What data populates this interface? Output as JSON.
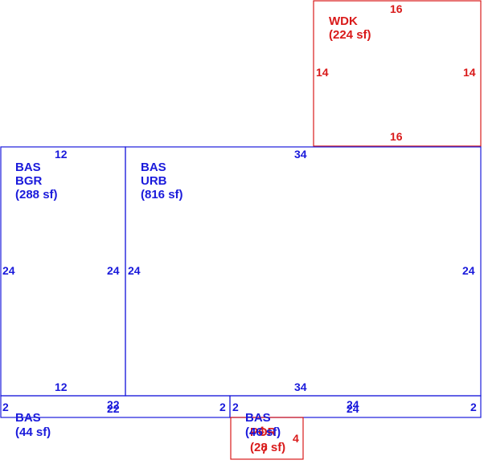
{
  "colors": {
    "basement_blue": "#1a1adb",
    "deck_red": "#d91a1a",
    "background": "#ffffff"
  },
  "areas": {
    "wdk": {
      "line1": "WDK",
      "line2": "(224 sf)"
    },
    "bgr": {
      "line1": "BAS",
      "line2": "BGR",
      "line3": "(288 sf)"
    },
    "urb": {
      "line1": "BAS",
      "line2": "URB",
      "line3": "(816 sf)"
    },
    "bas44": {
      "line1": "BAS",
      "line2": "(44 sf)"
    },
    "bas46": {
      "line1": "BAS",
      "line2": "(46 sf)"
    },
    "por": {
      "line1": "POR",
      "line2": "(28 sf)"
    }
  },
  "dimensions": {
    "wdk_top": "16",
    "wdk_left": "14",
    "wdk_right": "14",
    "wdk_bottom": "16",
    "bgr_top": "12",
    "bgr_left": "24",
    "bgr_right": "24",
    "bgr_bottom": "12",
    "urb_top": "34",
    "urb_left": "24",
    "urb_right": "24",
    "urb_bottom": "34",
    "strip1_left": "2",
    "strip1_top": "22",
    "strip1_bottom": "22",
    "strip1_right": "2",
    "strip2_left": "2",
    "strip2_top": "24",
    "strip2_bottom": "24",
    "strip2_right": "2",
    "por_top": "4",
    "por_right": "4",
    "por_bottom": "7"
  }
}
